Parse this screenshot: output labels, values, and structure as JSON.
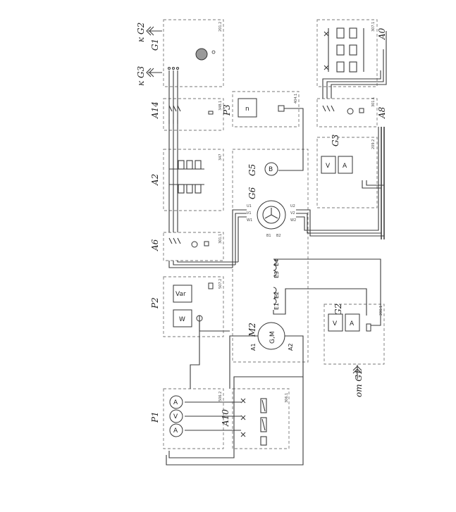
{
  "modules": {
    "g1": {
      "label": "G1",
      "sub": "201.2"
    },
    "a14": {
      "label": "A14",
      "sub": "348.1"
    },
    "a2": {
      "label": "A2",
      "sub": "347"
    },
    "a6": {
      "label": "A6",
      "sub": "301.1"
    },
    "p2": {
      "label": "P2",
      "sub": "507.2"
    },
    "p1": {
      "label": "P1",
      "sub": "506.2"
    },
    "a10": {
      "label": "A10",
      "sub": "306.1"
    },
    "p3": {
      "label": "P3",
      "sub": "404.1"
    },
    "g5": {
      "label": "G5"
    },
    "g6": {
      "label": "G6"
    },
    "m2": {
      "label": "M2"
    },
    "g3": {
      "label": "G3",
      "sub": "209.2"
    },
    "g2": {
      "label": "G2",
      "sub": "206.1"
    },
    "a8": {
      "label": "A8",
      "sub": "301.1"
    },
    "a0": {
      "label": "A0",
      "sub": "307.1"
    }
  },
  "connections": {
    "to_g2": "к G2",
    "to_g3": "к G3",
    "from_g1": "от G1"
  },
  "instruments": {
    "w": "W",
    "var": "Var",
    "a": "A",
    "v": "V",
    "n": "n",
    "b": "B",
    "gm": "G,M"
  },
  "terminals": {
    "e1": "E1",
    "e2": "E2",
    "e3": "E3",
    "e4": "E4",
    "a1": "A1",
    "a2": "A2",
    "u1": "U1",
    "v1": "V1",
    "w1": "W1",
    "u2": "U2",
    "v2": "V2",
    "w2": "W2",
    "b1": "B1",
    "b2": "B2"
  }
}
